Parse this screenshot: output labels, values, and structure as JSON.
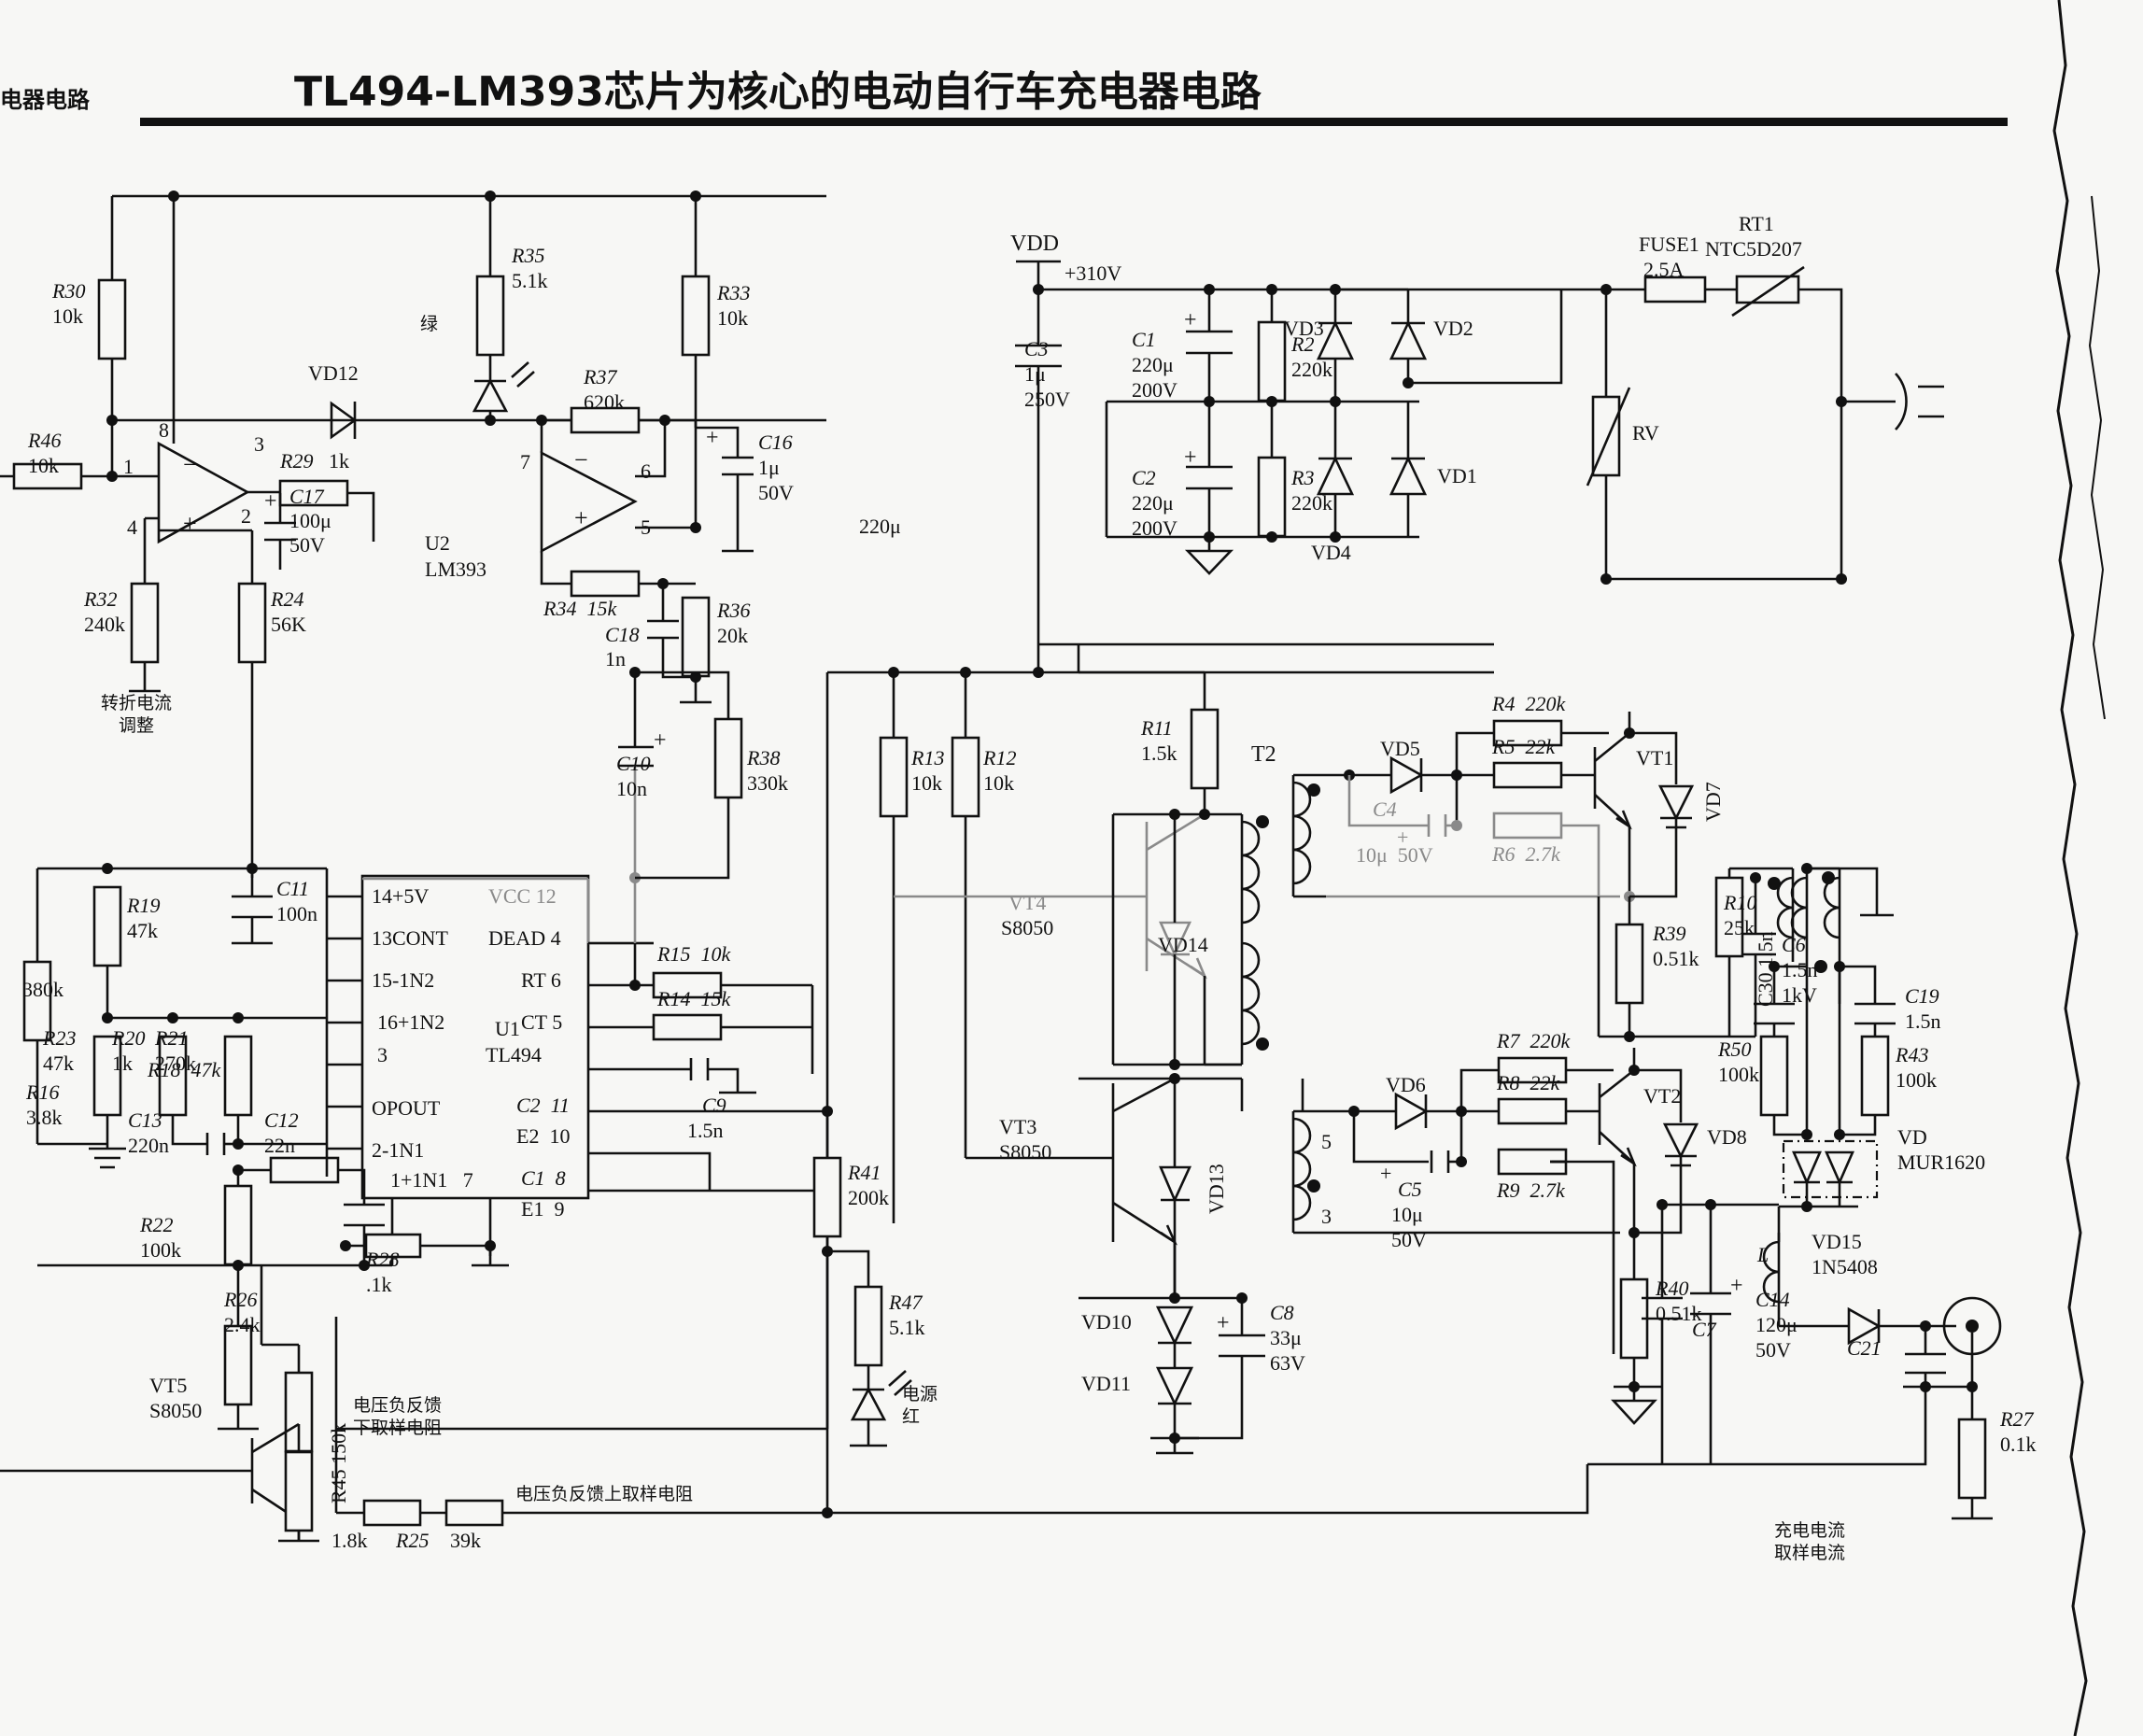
{
  "header": {
    "corner_label": "电器电路",
    "title": "TL494-LM393芯片为核心的电动自行车充电器电路"
  },
  "chart_data": {
    "type": "diagram",
    "title": "TL494-LM393芯片为核心的电动自行车充电器电路",
    "subtitle": "Electric bicycle charger circuit schematic based on TL494 and LM393",
    "ics": [
      {
        "ref": "U1",
        "part": "TL494",
        "pins_left": [
          "14+5V",
          "13CONT",
          "15-1N2",
          "16+1N2",
          "3",
          "OPOUT",
          "2-1N1",
          "1+1N1  7"
        ],
        "pins_right": [
          "VCC 12",
          "DEAD 4",
          "RT 6",
          "CT 5",
          "C2 11",
          "E2 10",
          "C1 8",
          "E1 9"
        ]
      },
      {
        "ref": "U2",
        "part": "LM393",
        "pins_left": [
          "8",
          "1",
          "3",
          "4",
          "2",
          "7"
        ],
        "pins_right": [
          "6",
          "5"
        ]
      }
    ],
    "resistors": [
      {
        "ref": "R2",
        "value": "220k"
      },
      {
        "ref": "R3",
        "value": "220k"
      },
      {
        "ref": "R4",
        "value": "220k"
      },
      {
        "ref": "R5",
        "value": "22k"
      },
      {
        "ref": "R6",
        "value": "2.7k"
      },
      {
        "ref": "R7",
        "value": "220k"
      },
      {
        "ref": "R8",
        "value": "22k"
      },
      {
        "ref": "R9",
        "value": "2.7k"
      },
      {
        "ref": "R10",
        "value": "25k"
      },
      {
        "ref": "R11",
        "value": "1.5k"
      },
      {
        "ref": "R12",
        "value": "10k"
      },
      {
        "ref": "R13",
        "value": "10k"
      },
      {
        "ref": "R14",
        "value": "15k"
      },
      {
        "ref": "R15",
        "value": "10k"
      },
      {
        "ref": "R16",
        "value": "3.8k"
      },
      {
        "ref": "R18",
        "value": "47k"
      },
      {
        "ref": "R19",
        "value": "47k"
      },
      {
        "ref": "R20",
        "value": "1k"
      },
      {
        "ref": "R21",
        "value": "270k"
      },
      {
        "ref": "R22",
        "value": "100k"
      },
      {
        "ref": "R23",
        "value": "47k"
      },
      {
        "ref": "R24",
        "value": "56K"
      },
      {
        "ref": "R25",
        "value": "39k"
      },
      {
        "ref": "R26",
        "value": "2.4k"
      },
      {
        "ref": "R27",
        "value": "0.1k"
      },
      {
        "ref": "R28",
        "value": ".1k"
      },
      {
        "ref": "R29",
        "value": "1k"
      },
      {
        "ref": "R30",
        "value": "10k"
      },
      {
        "ref": "R32",
        "value": "240k"
      },
      {
        "ref": "R33",
        "value": "10k"
      },
      {
        "ref": "R34",
        "value": "15k"
      },
      {
        "ref": "R35",
        "value": "5.1k"
      },
      {
        "ref": "R36",
        "value": "20k"
      },
      {
        "ref": "R37",
        "value": "620k"
      },
      {
        "ref": "R38",
        "value": "330k"
      },
      {
        "ref": "R39",
        "value": "0.51k"
      },
      {
        "ref": "R40",
        "value": "0.51k"
      },
      {
        "ref": "R41",
        "value": "200k"
      },
      {
        "ref": "R43",
        "value": "100k"
      },
      {
        "ref": "R45",
        "value": "150k"
      },
      {
        "ref": "R46",
        "value": "10k"
      },
      {
        "ref": "R47",
        "value": "5.1k"
      },
      {
        "ref": "R50",
        "value": "100k"
      },
      {
        "ref": "RU1",
        "value": "380k"
      },
      {
        "ref": "RU2",
        "value": "1.8k"
      }
    ],
    "capacitors": [
      {
        "ref": "C1",
        "value": "220μ",
        "rating": "200V"
      },
      {
        "ref": "C2",
        "value": "220μ",
        "rating": "200V"
      },
      {
        "ref": "C3",
        "value": "1μ",
        "rating": "250V"
      },
      {
        "ref": "C4",
        "value": "10μ",
        "rating": "50V"
      },
      {
        "ref": "C5",
        "value": "10μ",
        "rating": "50V"
      },
      {
        "ref": "C6",
        "value": "1.5n",
        "rating": "1kV"
      },
      {
        "ref": "C7",
        "value": "",
        "rating": ""
      },
      {
        "ref": "C8",
        "value": "33μ",
        "rating": "63V"
      },
      {
        "ref": "C9",
        "value": "1.5n",
        "rating": ""
      },
      {
        "ref": "C10",
        "value": "10n",
        "rating": ""
      },
      {
        "ref": "C11",
        "value": "100n",
        "rating": ""
      },
      {
        "ref": "C12",
        "value": "22n",
        "rating": ""
      },
      {
        "ref": "C13",
        "value": "220n",
        "rating": ""
      },
      {
        "ref": "C14",
        "value": "120μ",
        "rating": "50V"
      },
      {
        "ref": "C16",
        "value": "1μ",
        "rating": "50V"
      },
      {
        "ref": "C17",
        "value": "100μ",
        "rating": "50V"
      },
      {
        "ref": "C18",
        "value": "1n",
        "rating": ""
      },
      {
        "ref": "C19",
        "value": "1.5n",
        "rating": ""
      },
      {
        "ref": "C21",
        "value": "",
        "rating": ""
      },
      {
        "ref": "C30",
        "value": "1.5n",
        "rating": ""
      },
      {
        "ref": "CX",
        "value": "220μ",
        "rating": ""
      }
    ],
    "diodes": [
      {
        "ref": "VD1"
      },
      {
        "ref": "VD2"
      },
      {
        "ref": "VD3"
      },
      {
        "ref": "VD4"
      },
      {
        "ref": "VD5"
      },
      {
        "ref": "VD6"
      },
      {
        "ref": "VD7"
      },
      {
        "ref": "VD8"
      },
      {
        "ref": "VD10"
      },
      {
        "ref": "VD11"
      },
      {
        "ref": "VD12"
      },
      {
        "ref": "VD13"
      },
      {
        "ref": "VD14"
      },
      {
        "ref": "VD15",
        "part": "1N5408"
      },
      {
        "ref": "VD",
        "part": "MUR1620"
      }
    ],
    "transistors": [
      {
        "ref": "VT1",
        "part": ""
      },
      {
        "ref": "VT2",
        "part": ""
      },
      {
        "ref": "VT3",
        "part": "S8050"
      },
      {
        "ref": "VT4",
        "part": "S8050"
      },
      {
        "ref": "VT5",
        "part": "S8050"
      }
    ],
    "other_parts": [
      {
        "ref": "FUSE1",
        "value": "2.5A"
      },
      {
        "ref": "RT1",
        "value": "NTC5D207"
      },
      {
        "ref": "RV",
        "value": ""
      },
      {
        "ref": "T2",
        "value": ""
      },
      {
        "ref": "L",
        "value": ""
      }
    ],
    "nets": [
      {
        "name": "VDD",
        "value": "+310V"
      }
    ],
    "annotations": [
      {
        "text": "绿",
        "meaning": "green LED"
      },
      {
        "text": "电源\n红",
        "meaning": "power red LED"
      },
      {
        "text": "转折电流\n调整",
        "meaning": "knee current adjust"
      },
      {
        "text": "电压负反馈\n下取样电阻",
        "meaning": "voltage NFB lower sampling resistor"
      },
      {
        "text": "电压负反馈上取样电阻",
        "meaning": "voltage NFB upper sampling resistor"
      },
      {
        "text": "充电电流\n取样电流",
        "meaning": "charging current sampling"
      }
    ],
    "transformer_pins": [
      "5",
      "3"
    ]
  },
  "labels": {
    "vdd": "VDD",
    "vdd_v": "+310V",
    "c1": "C1",
    "c1_v": "220μ",
    "c1_r": "200V",
    "c2": "C2",
    "c2_v": "220μ",
    "c2_r": "200V",
    "c3": "C3",
    "c3_v": "1μ",
    "c3_r": "250V",
    "r2": "R2",
    "r2_v": "220k",
    "r3": "R3",
    "r3_v": "220k",
    "vd1": "VD1",
    "vd2": "VD2",
    "vd3": "VD3",
    "vd4": "VD4",
    "rv": "RV",
    "fuse1": "FUSE1",
    "fuse1_v": "2.5A",
    "rt1": "RT1",
    "rt1_v": "NTC5D207",
    "r30": "R30",
    "r30_v": "10k",
    "r46": "R46",
    "r46_v": "10k",
    "r35": "R35",
    "r35_v": "5.1k",
    "r33": "R33",
    "r33_v": "10k",
    "green": "绿",
    "vd12": "VD12",
    "r29": "R29",
    "r29_v": "1k",
    "c17": "C17",
    "c17_v": "100μ",
    "c17_r": "50V",
    "r37": "R37",
    "r37_v": "620k",
    "c16": "C16",
    "c16_v": "1μ",
    "c16_r": "50V",
    "u2": "U2",
    "u2_p": "LM393",
    "r34": "R34  15k",
    "c18": "C18",
    "c18_v": "1n",
    "r36": "R36",
    "r36_v": "20k",
    "r32": "R32",
    "r32_v": "240k",
    "r24": "R24",
    "r24_v": "56K",
    "knee": "转折电流\n调整",
    "c220u": "220μ",
    "c10": "C10",
    "c10_v": "10n",
    "r38": "R38",
    "r38_v": "330k",
    "r13": "R13",
    "r13_v": "10k",
    "r12": "R12",
    "r12_v": "10k",
    "r11": "R11",
    "r11_v": "1.5k",
    "t2": "T2",
    "vd5": "VD5",
    "r4": "R4  220k",
    "r5": "R5  22k",
    "c4": "C4",
    "c4_v": "10μ  50V",
    "r6": "R6  2.7k",
    "vt1": "VT1",
    "vd7": "VD7",
    "r39": "R39",
    "r39_v": "0.51k",
    "c6": "C6",
    "c6_v": "1.5n",
    "c6_r": "1kV",
    "r10": "R10",
    "r10_v": "25k",
    "c30": "C30 1.5n",
    "c19": "C19",
    "c19_v": "1.5n",
    "r50": "R50",
    "r50_v": "100k",
    "r43": "R43",
    "r43_v": "100k",
    "vd_blk": "VD",
    "vd_blk_p": "MUR1620",
    "r19": "R19",
    "r19_v": "47k",
    "c11": "C11",
    "c11_v": "100n",
    "r380k": "380k",
    "r23": "R23",
    "r23_v": "47k",
    "r20": "R20",
    "r20_v": "1k",
    "r21": "R21",
    "r21_v": "270k",
    "r16": "R16",
    "r16_v": "3.8k",
    "r18": "R18  47k",
    "c13": "C13",
    "c13_v": "220n",
    "c12": "C12",
    "c12_v": "22n",
    "r22": "R22",
    "r22_v": "100k",
    "r26": "R26",
    "r26_v": "2.4k",
    "vt5": "VT5",
    "vt5_p": "S8050",
    "r45": "R45 150k",
    "r28": "R28",
    "r28_v": ".1k",
    "nfb_low": "电压负反馈\n下取样电阻",
    "nfb_up": "电压负反馈上取样电阻",
    "r1_8k": "1.8k",
    "r25": "R25",
    "r25_v": "39k",
    "u1": "U1",
    "u1_p": "TL494",
    "p14": "14+5V",
    "p13": "13CONT",
    "p15": "15-1N2",
    "p16": "16+1N2",
    "p3": "3",
    "popout": "OPOUT",
    "p2": "2-1N1",
    "p1": "1+1N1   7",
    "pvcc": "VCC 12",
    "pdead": "DEAD 4",
    "prt": "RT 6",
    "pct": "CT 5",
    "pc2": "C2  11",
    "pe2": "E2  10",
    "pc1": "C1  8",
    "pe1": "E1  9",
    "r15": "R15  10k",
    "r14": "R14  15k",
    "c9": "C9",
    "c9_v": "1.5n",
    "vt4": "VT4",
    "vt4_p": "S8050",
    "vd14": "VD14",
    "vt3": "VT3",
    "vt3_p": "S8050",
    "vd13": "VD13",
    "vd10": "VD10",
    "vd11": "VD11",
    "c8": "C8",
    "c8_v": "33μ",
    "c8_r": "63V",
    "r41": "R41",
    "r41_v": "200k",
    "r47": "R47",
    "r47_v": "5.1k",
    "power_red": "电源\n红",
    "vd6": "VD6",
    "r7": "R7  220k",
    "r8": "R8  22k",
    "c5": "C5",
    "c5_v": "10μ",
    "c5_r": "50V",
    "r9": "R9  2.7k",
    "vt2": "VT2",
    "vd8": "VD8",
    "r40": "R40",
    "r40_v": "0.51k",
    "tp5": "5",
    "tp3": "3",
    "c7": "C7",
    "c14": "C14",
    "c14_v": "120μ",
    "c14_r": "50V",
    "ind_l": "L",
    "vd15": "VD15",
    "vd15_p": "1N5408",
    "c21": "C21",
    "r27": "R27",
    "r27_v": "0.1k",
    "charge_cur": "充电电流\n取样电流"
  }
}
